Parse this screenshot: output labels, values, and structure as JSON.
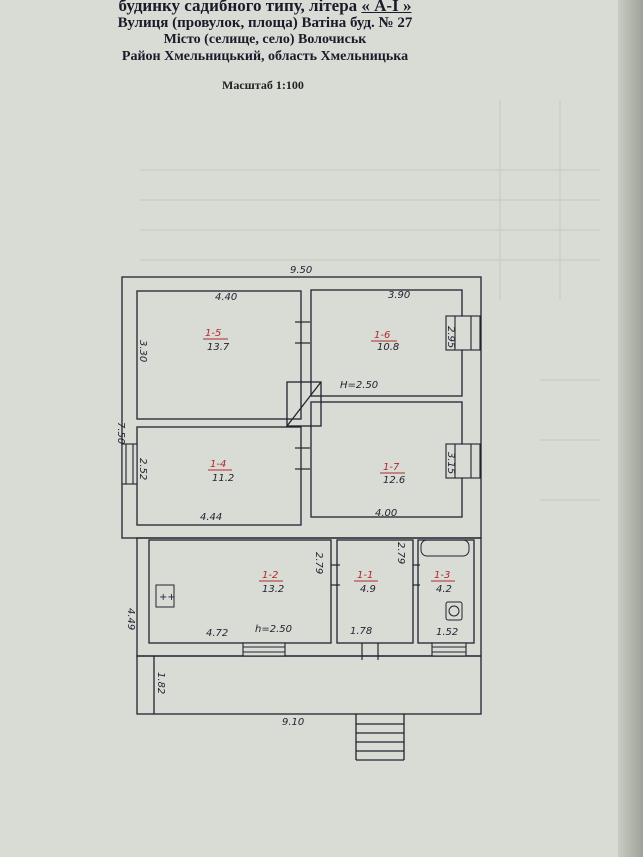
{
  "header": {
    "line1_prefix": "будинку садибного типу, літера",
    "line1_letter": "« А-І »",
    "line2": "Вулиця (провулок, площа) Ватіна  буд. № 27",
    "line3": "Місто (селище, село) Волочиськ",
    "line4": "Район  Хмельницький,  область  Хмельницька"
  },
  "scale": "Масштаб 1:100",
  "plan": {
    "overall_width": "9.50",
    "overall_height": "7.50",
    "ceiling_height_upper": "H=2.50",
    "ceiling_height_lower": "h=2.50",
    "rooms": [
      {
        "id": "1-5",
        "area": "13.7",
        "width": "4.40",
        "height": "3.30"
      },
      {
        "id": "1-6",
        "area": "10.8",
        "width": "3.90",
        "height": "2.95"
      },
      {
        "id": "1-4",
        "area": "11.2",
        "width": "4.44",
        "height": "2.52"
      },
      {
        "id": "1-7",
        "area": "12.6",
        "width": "4.00",
        "height": "3.15"
      },
      {
        "id": "1-2",
        "area": "13.2",
        "width": "4.72",
        "height": "2.79"
      },
      {
        "id": "1-1",
        "area": "4.9",
        "width": "1.78",
        "height": "2.79"
      },
      {
        "id": "1-3",
        "area": "4.2",
        "width": "1.52",
        "height": ""
      }
    ],
    "annex_height": "4.49",
    "terrace_width": "9.10",
    "terrace_height": "1.82",
    "stove_symbol": "++"
  }
}
